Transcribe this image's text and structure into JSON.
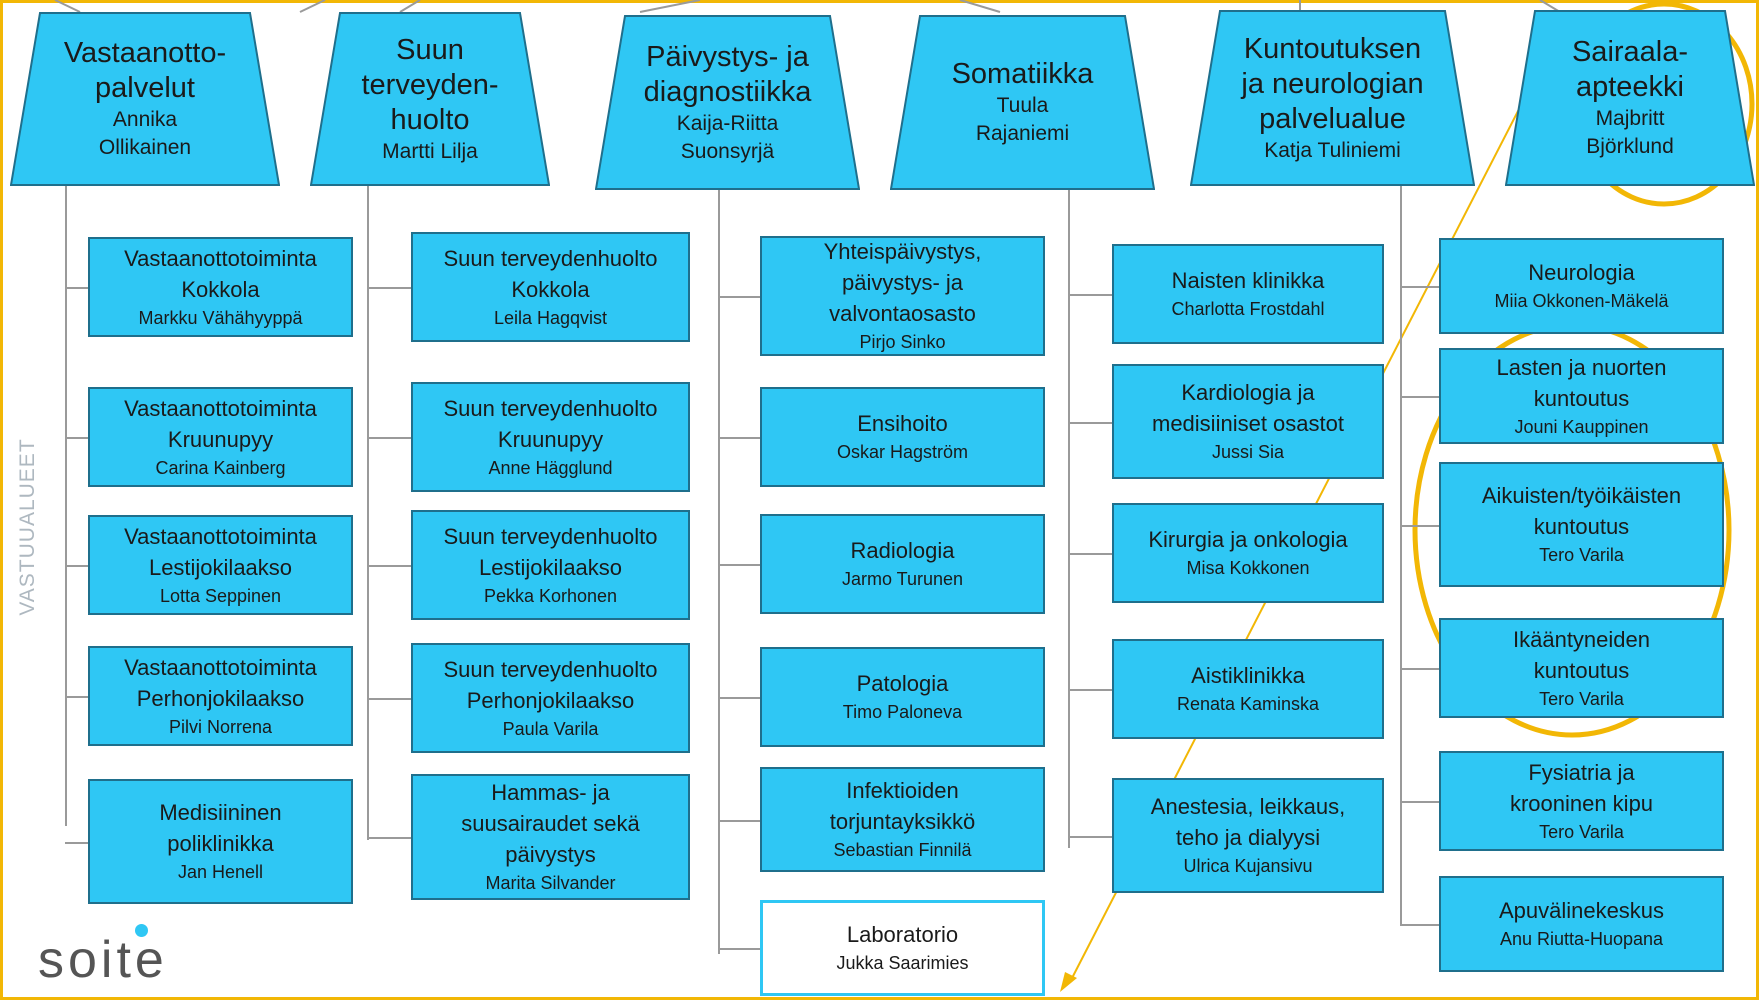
{
  "side_label": "VASTUUALUEET",
  "logo": "soite",
  "colors": {
    "box_fill": "#2fc7f4",
    "box_border": "#1f6f8c",
    "highlight": "#f2b705",
    "connector": "#9a9a9a",
    "lab_fill": "#ffffff"
  },
  "columns": [
    {
      "title": "Vastaanotto-\npalvelut",
      "name": "Annika\nOllikainen",
      "units": [
        {
          "title": "Vastaanottotoiminta\nKokkola",
          "name": "Markku Vähähyyppä"
        },
        {
          "title": "Vastaanottotoiminta\nKruunupyy",
          "name": "Carina Kainberg"
        },
        {
          "title": "Vastaanottotoiminta\nLestijokilaakso",
          "name": "Lotta Seppinen"
        },
        {
          "title": "Vastaanottotoiminta\nPerhonjokilaakso",
          "name": "Pilvi Norrena"
        },
        {
          "title": "Medisiininen\npoliklinikka",
          "name": "Jan Henell"
        }
      ]
    },
    {
      "title": "Suun\nterveyden-\nhuolto",
      "name": "Martti Lilja",
      "units": [
        {
          "title": "Suun terveydenhuolto\nKokkola",
          "name": "Leila Hagqvist"
        },
        {
          "title": "Suun terveydenhuolto\nKruunupyy",
          "name": "Anne Hägglund"
        },
        {
          "title": "Suun terveydenhuolto\nLestijokilaakso",
          "name": "Pekka Korhonen"
        },
        {
          "title": "Suun terveydenhuolto\nPerhonjokilaakso",
          "name": "Paula Varila"
        },
        {
          "title": "Hammas- ja\nsuusairaudet sekä\npäivystys",
          "name": "Marita Silvander"
        }
      ]
    },
    {
      "title": "Päivystys- ja\ndiagnostiikka",
      "name": "Kaija-Riitta\nSuonsyrjä",
      "units": [
        {
          "title": "Yhteispäivystys,\npäivystys- ja\nvalvontaosasto",
          "name": "Pirjo Sinko"
        },
        {
          "title": "Ensihoito",
          "name": "Oskar Hagström"
        },
        {
          "title": "Radiologia",
          "name": "Jarmo Turunen"
        },
        {
          "title": "Patologia",
          "name": "Timo Paloneva"
        },
        {
          "title": "Infektioiden\ntorjuntayksikkö",
          "name": "Sebastian Finnilä"
        },
        {
          "title": "Laboratorio",
          "name": "Jukka Saarimies"
        }
      ]
    },
    {
      "title": "Somatiikka",
      "name": "Tuula\nRajaniemi",
      "units": [
        {
          "title": "Naisten klinikka",
          "name": "Charlotta Frostdahl"
        },
        {
          "title": "Kardiologia ja\nmedisiiniset osastot",
          "name": "Jussi Sia"
        },
        {
          "title": "Kirurgia ja onkologia",
          "name": "Misa Kokkonen"
        },
        {
          "title": "Aistiklinikka",
          "name": "Renata Kaminska"
        },
        {
          "title": "Anestesia, leikkaus,\nteho ja dialyysi",
          "name": "Ulrica Kujansivu"
        }
      ]
    },
    {
      "title": "Kuntoutuksen\nja neurologian\npalvelualue",
      "name": "Katja Tuliniemi",
      "units": [
        {
          "title": "Neurologia",
          "name": "Miia Okkonen-Mäkelä"
        },
        {
          "title": "Lasten ja nuorten\nkuntoutus",
          "name": "Jouni Kauppinen"
        },
        {
          "title": "Aikuisten/työikäisten\nkuntoutus",
          "name": "Tero Varila"
        },
        {
          "title": "Ikääntyneiden\nkuntoutus",
          "name": "Tero Varila"
        },
        {
          "title": "Fysiatria ja\nkrooninen kipu",
          "name": "Tero Varila"
        },
        {
          "title": "Apuvälinekeskus",
          "name": "Anu Riutta-Huopana"
        }
      ]
    },
    {
      "title": "Sairaala-\napteekki",
      "name": "Majbritt\nBjörklund",
      "units": []
    }
  ]
}
